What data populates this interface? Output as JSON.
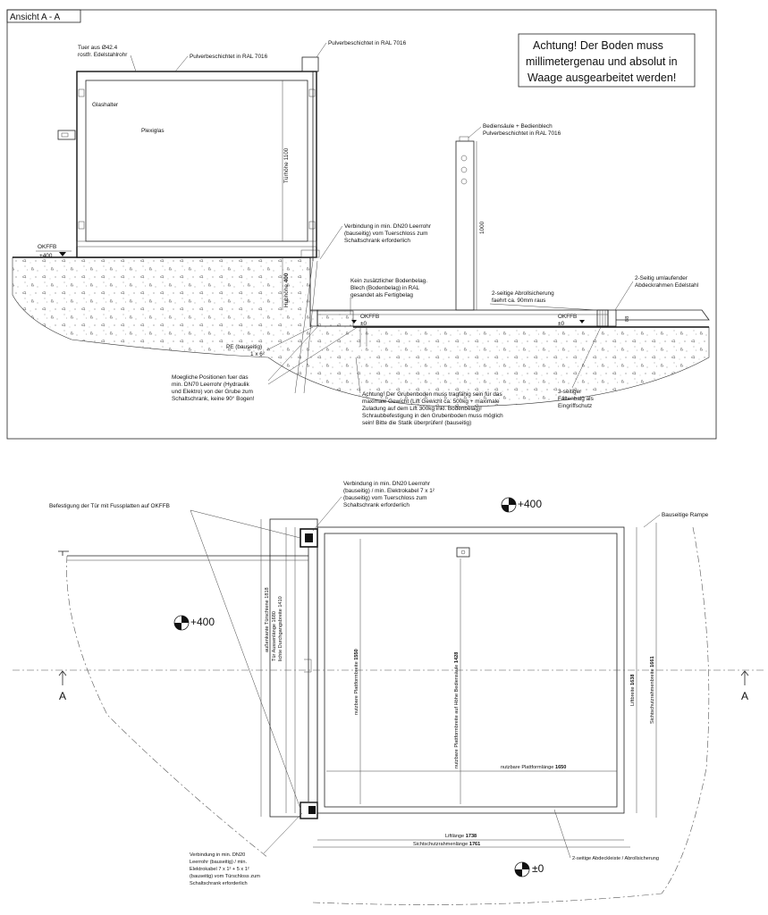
{
  "section": {
    "title": "Ansicht A - A",
    "warning_lines": [
      "Achtung! Der Boden muss",
      "millimetergenau und absolut in",
      "Waage ausgearbeitet werden!"
    ],
    "labels": {
      "door_material_1": "Tuer aus Ø42.4",
      "door_material_2": "rostfr. Edelstahlrohr",
      "powder_coat_door": "Pulverbeschichtet in RAL 7016",
      "powder_coat_post": "Pulverbeschichtet in RAL 7016",
      "glass_holder": "Glashalter",
      "plexiglass": "Plexiglas",
      "door_height": "Türhöhe 1100",
      "pit_height_prefix": "Hubhöhe",
      "pit_height_value": "400",
      "conduit_1": "Verbindung in min. DN20 Leerrohr",
      "conduit_2": "(bauseitig) vom Tuerschloss zum",
      "conduit_3": "Schaltschrank erforderlich",
      "okffb_left": "OKFFB",
      "okffb_left_value": "+400",
      "control_post_1": "Bediensäule + Bedienblech",
      "control_post_2": "Pulverbeschichtet in RAL 7016",
      "post_height": "1000",
      "no_floor_1": "Kein zusätzlicher Bodenbelag.",
      "no_floor_2": "Blech (Bodenbelag) in RAL",
      "no_floor_3": "gesandet als Fertigbelag",
      "rollback_1": "2-seitige Abrollsicherung",
      "rollback_2": "faehrt ca. 90mm raus",
      "frame_1": "2-Seitig umlaufender",
      "frame_2": "Abdeckrahmen Edelstahl",
      "okffb_platform": "OKFFB",
      "okffb_platform_value": "±0",
      "okffb_right": "OKFFB",
      "okffb_right_value": "±0",
      "dim_88": "88",
      "pe_1": "PE (bauseitig)",
      "pe_2": "1 x 6²",
      "pos_1": "Moegliche Positionen fuer das",
      "pos_2": "min. DN70 Leerrohr (Hydraulik",
      "pos_3": "und Elektro) von der Grube zum",
      "pos_4": "Schaltschrank, keine 90° Bogen!",
      "pit_1": "Achtung! Der Grubenboden muss tragfähig sein für das",
      "pit_2": "maximale Gewicht (Lift Gewicht ca. 500kg + maximale",
      "pit_3": "Zuladung auf dem Lift 300kg inkl. Bodenbelag)!",
      "pit_4": "Schraubbefestigung in den Grubenboden muss möglich",
      "pit_5": "sein! Bitte die Statik überprüfen! (bauseitig)",
      "bellows_1": "3-seitiger",
      "bellows_2": "Faltenbalg als",
      "bellows_3": "Eingriffschutz"
    }
  },
  "plan": {
    "door_fixing": "Befestigung der Tür mit Fussplatten auf OKFFB",
    "conduit_top_1": "Verbindung in min. DN20 Leerrohr",
    "conduit_top_2": "(bauseitig) / min. Elektrokabel 7 x 1²",
    "conduit_top_3": "(bauseitig) vom Tuerschloss zum",
    "conduit_top_4": "Schaltschrank erforderlich",
    "level_top": "+400",
    "level_left": "+400",
    "level_bottom": "±0",
    "ramp": "Bauseitige Rampe",
    "door_outer_1": "außenkante Türschiene 1818",
    "door_outer_2": "Tür Aussenlänge 1680",
    "door_outer_3": "lichte Durchgangsbreite 1410",
    "platform_width_prefix": "nutzbare Plattformbreite",
    "platform_width_value": "1550",
    "platform_width_post_prefix": "nutzbare Plattformbreite auf Höhe Bediensäule",
    "platform_width_post_value": "1428",
    "platform_length_prefix": "nutzbare Plattformlänge",
    "platform_length_value": "1650",
    "lift_width_prefix": "Liftbreite",
    "lift_width_value": "1638",
    "screen_width_prefix": "Sichtschutzrahmenbreite",
    "screen_width_value": "1661",
    "lift_length_prefix": "Liftlänge",
    "lift_length_value": "1738",
    "screen_length_prefix": "Sichtschutzrahmenlänge",
    "screen_length_value": "1761",
    "cover_strip": "2-seitige Abdeckleiste / Abrollsicherung",
    "section_mark_left": "A",
    "section_mark_right": "A",
    "conduit_bottom_1": "Verbindung in min. DN20",
    "conduit_bottom_2": "Leerrohr (bauseitig) / min.",
    "conduit_bottom_3": "Elektrokabel 7 x 1² + 5 x 1²",
    "conduit_bottom_4": "(bauseitig) vom Türschloss zum",
    "conduit_bottom_5": "Schaltschrank erforderlich"
  }
}
